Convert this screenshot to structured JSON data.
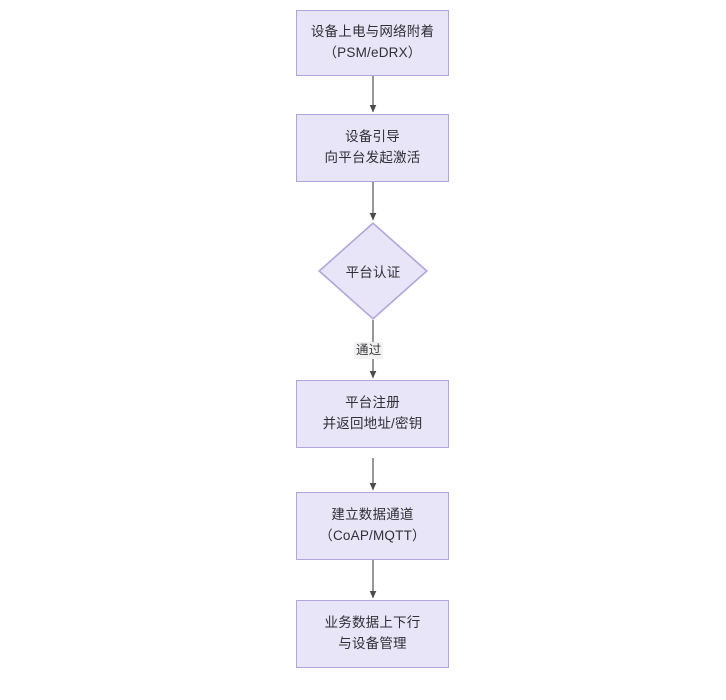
{
  "diagram": {
    "type": "flowchart",
    "orientation": "top-to-bottom",
    "background_color": "#ffffff",
    "node_fill_color": "#e8e5f8",
    "node_border_color": "#b4a4dc",
    "edge_color": "#4a4a4f",
    "text_color": "#2f2f34",
    "nodes": [
      {
        "id": "n1",
        "shape": "rect",
        "lines": [
          "设备上电与网络附着",
          "（PSM/eDRX）"
        ]
      },
      {
        "id": "n2",
        "shape": "rect",
        "lines": [
          "设备引导",
          "向平台发起激活"
        ]
      },
      {
        "id": "n3",
        "shape": "diamond",
        "lines": [
          "平台认证"
        ]
      },
      {
        "id": "n4",
        "shape": "rect",
        "lines": [
          "平台注册",
          "并返回地址/密钥"
        ]
      },
      {
        "id": "n5",
        "shape": "rect",
        "lines": [
          "建立数据通道",
          "（CoAP/MQTT）"
        ]
      },
      {
        "id": "n6",
        "shape": "rect",
        "lines": [
          "业务数据上下行",
          "与设备管理"
        ]
      }
    ],
    "edges": [
      {
        "from": "n1",
        "to": "n2",
        "label": ""
      },
      {
        "from": "n2",
        "to": "n3",
        "label": ""
      },
      {
        "from": "n3",
        "to": "n4",
        "label": "通过"
      },
      {
        "from": "n4",
        "to": "n5",
        "label": ""
      },
      {
        "from": "n5",
        "to": "n6",
        "label": ""
      },
      {
        "from": "n6",
        "to": "",
        "label": ""
      }
    ]
  }
}
